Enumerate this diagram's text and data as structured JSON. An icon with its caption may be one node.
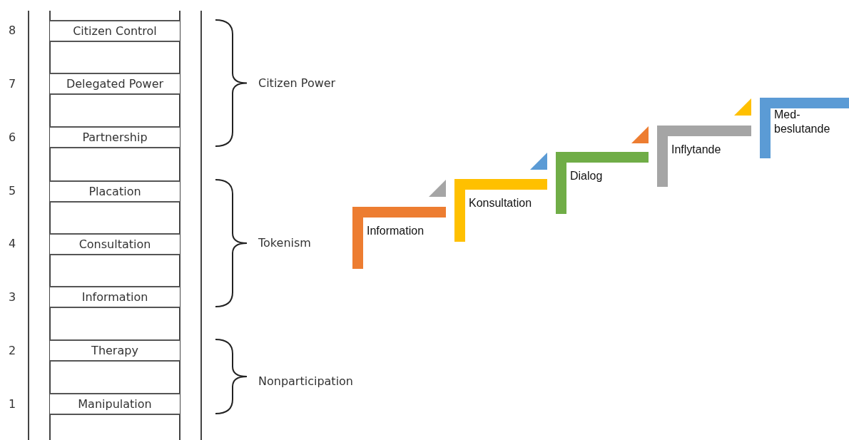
{
  "diagram": {
    "nodes": [
      {
        "text": [
          "Citizen Control"
        ]
      },
      {
        "text": [
          "Delegated Power"
        ]
      },
      {
        "text": [
          "Partnership"
        ]
      },
      {
        "text": [
          "Placation"
        ]
      },
      {
        "text": [
          "Consultation"
        ]
      },
      {
        "text": [
          "Information"
        ]
      },
      {
        "text": [
          "Therapy"
        ]
      },
      {
        "text": [
          "Manipulation"
        ]
      },
      {
        "text": [
          "Information"
        ]
      },
      {
        "text": [
          "Konsultation"
        ]
      },
      {
        "text": [
          "Dialog"
        ]
      },
      {
        "text": [
          "Inflytande"
        ]
      },
      {
        "text": [
          "Med- beslutande"
        ]
      }
    ],
    "edges": [
      {
        "from": 9,
        "to": 8,
        "arrow": "to",
        "color": "#a5a5a5"
      },
      {
        "from": 10,
        "to": 9,
        "arrow": "to",
        "color": "#5b9bd5"
      },
      {
        "from": 11,
        "to": 10,
        "arrow": "to",
        "color": "#ed7d31"
      },
      {
        "from": 12,
        "to": 11,
        "arrow": "to",
        "color": "#ffc000"
      }
    ],
    "labels": [
      "8",
      "7",
      "Citizen Power",
      "6",
      "5",
      "4",
      "Tokenism",
      "3",
      "2",
      "Nonparticipation",
      "1"
    ]
  }
}
